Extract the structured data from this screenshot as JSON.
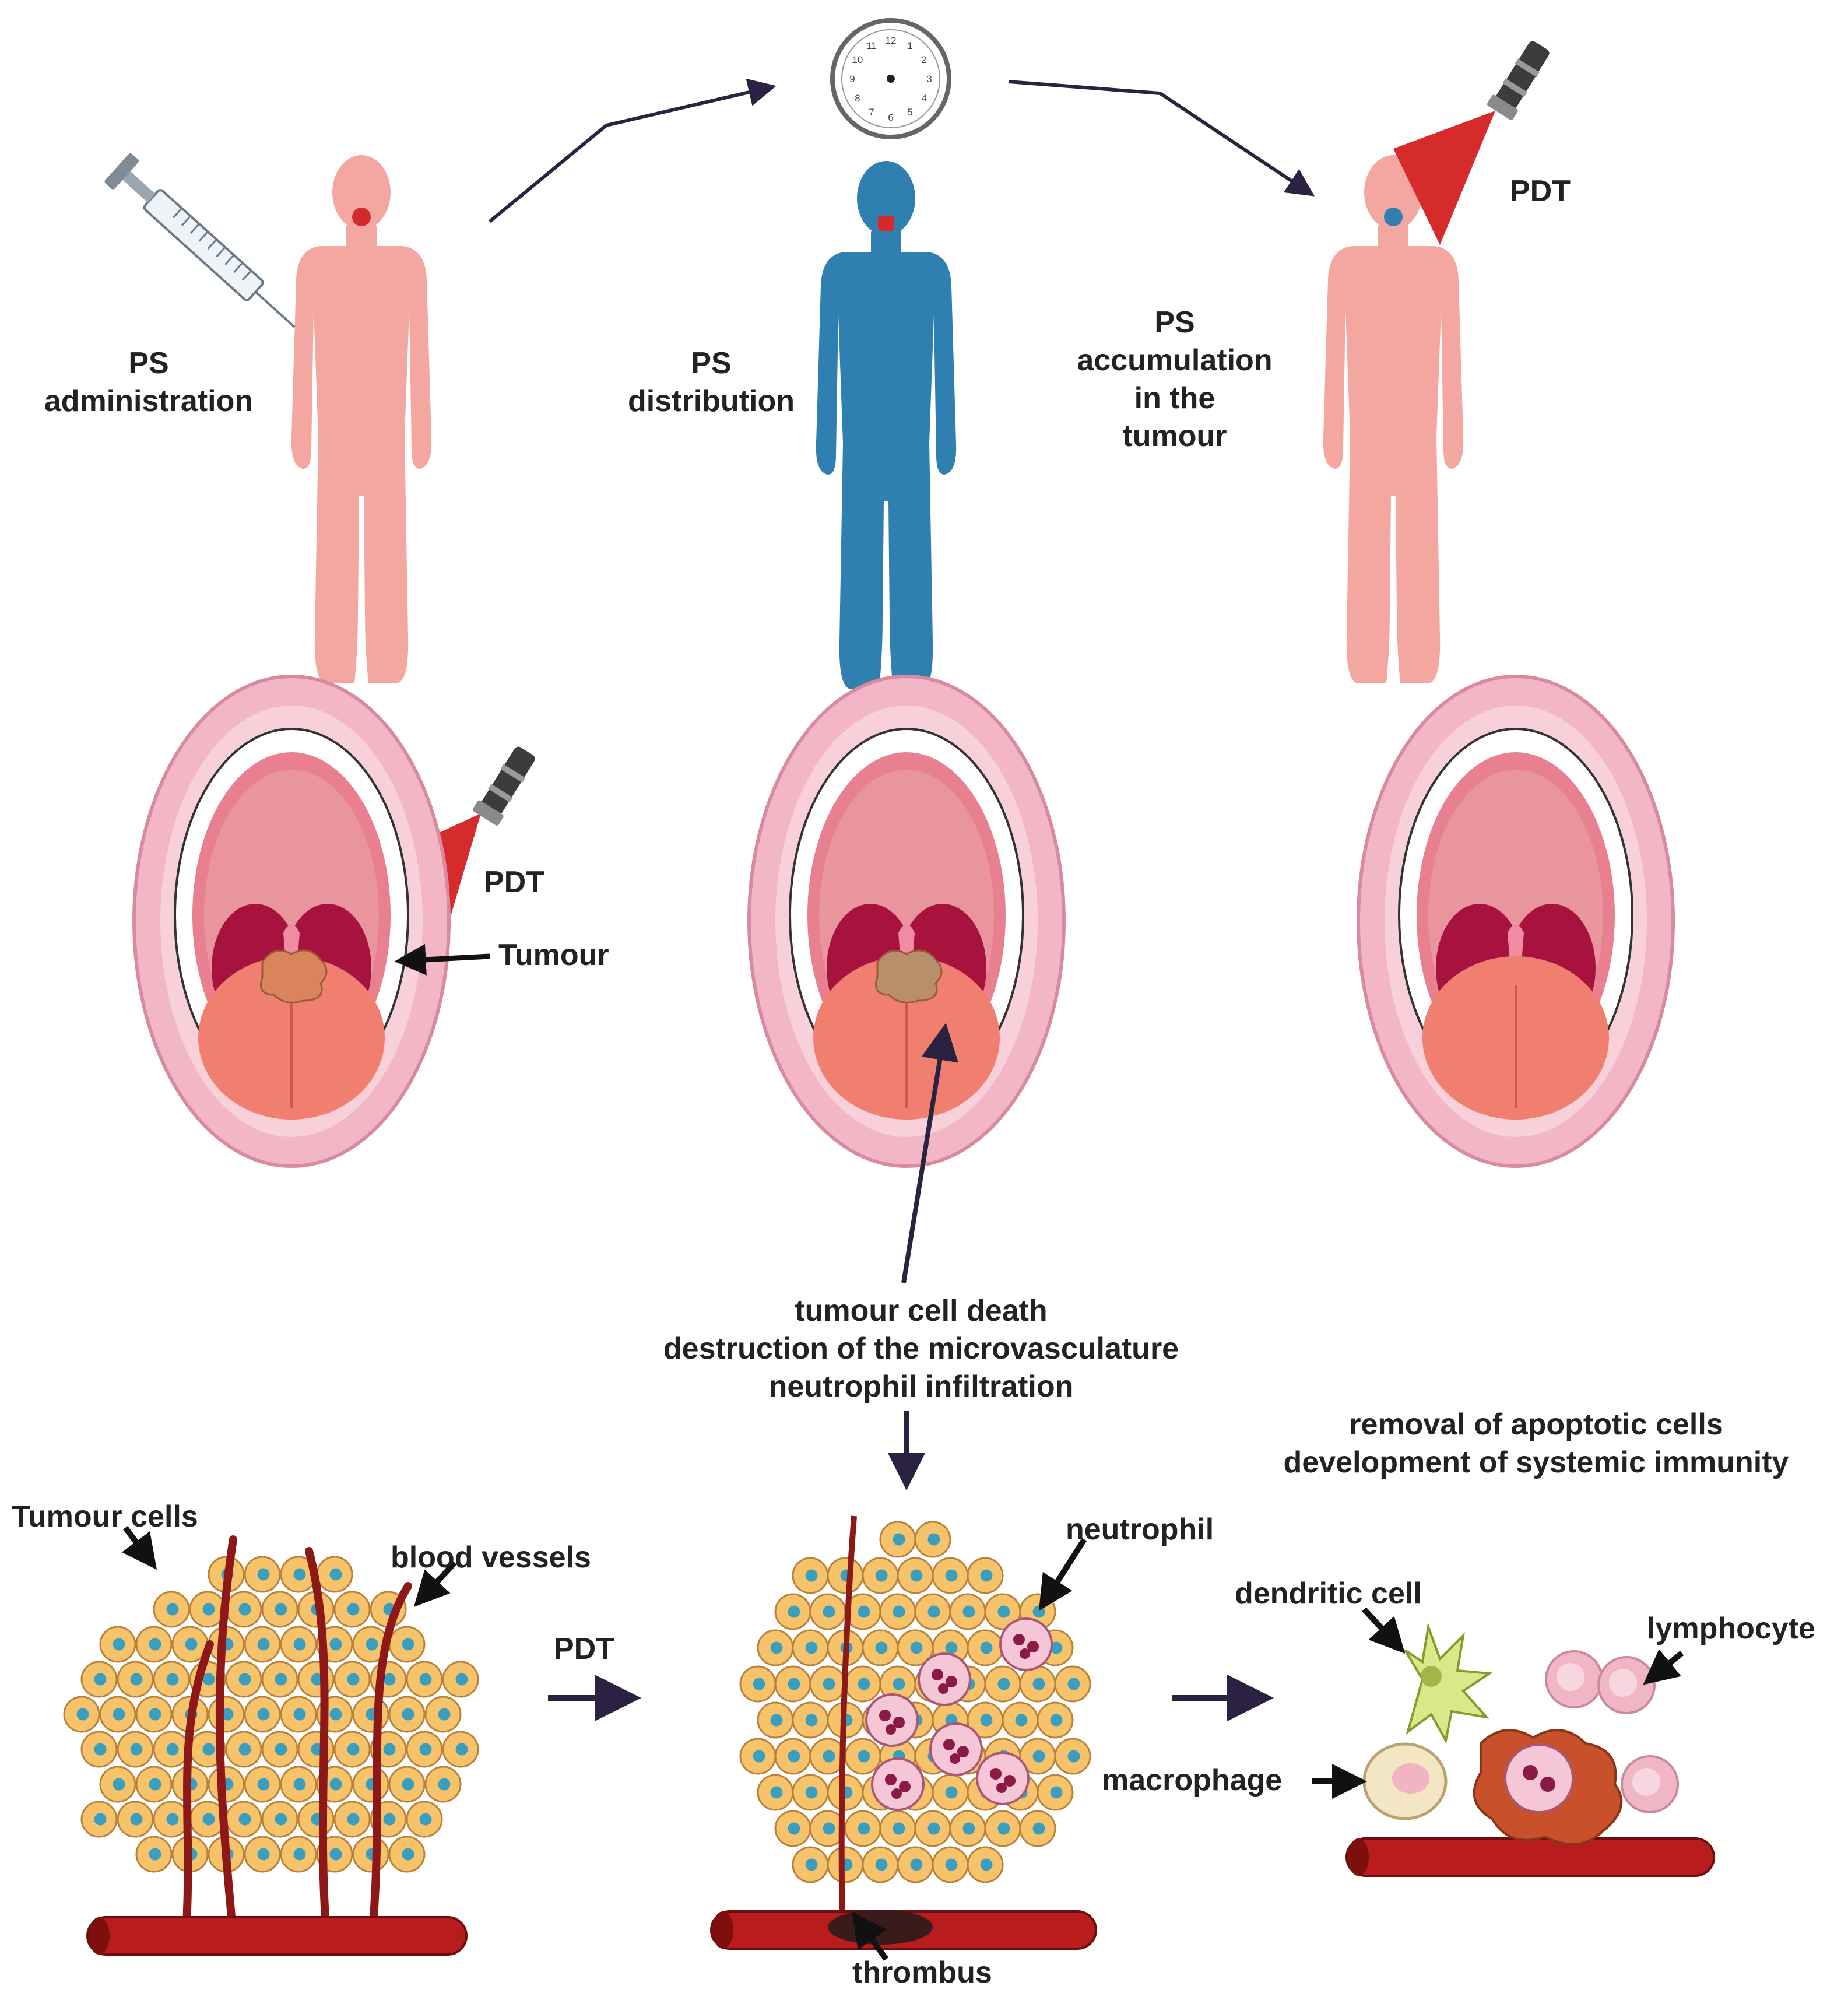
{
  "colors": {
    "skin": "#f4a7a1",
    "ps_blue": "#2f7fb0",
    "tumour_red": "#d42a2a",
    "light_red": "#d62b2b",
    "arrow_dark": "#2a2240",
    "lip": "#f2b6c6",
    "gum": "#e8808f",
    "throat": "#a8123e",
    "tongue": "#f07f70",
    "cell_fill": "#f6c36a",
    "nucleus": "#3a9fbf",
    "vessel": "#b81c1c",
    "neutrophil": "#f4c6d6",
    "neutrophil_nucleus": "#8c1a48",
    "dendritic": "#d8e88a",
    "macrophage": "#f2e6c4",
    "lymphocyte": "#f1b6c6",
    "apoptotic": "#c8502a"
  },
  "top_row": {
    "step1": {
      "line1": "PS",
      "line2": "administration"
    },
    "step2": {
      "line1": "PS",
      "line2": "distribution"
    },
    "step3": {
      "line1": "PS",
      "line2": "accumulation",
      "line3": "in the",
      "line4": "tumour"
    },
    "light_label": "PDT",
    "clock_numbers": [
      "12",
      "1",
      "2",
      "3",
      "4",
      "5",
      "6",
      "7",
      "8",
      "9",
      "10",
      "11"
    ]
  },
  "middle_row": {
    "pdt_label": "PDT",
    "tumour_label": "Tumour"
  },
  "effects": {
    "line1": "tumour cell death",
    "line2": "destruction of the microvasculature",
    "line3": "neutrophil infiltration"
  },
  "immunity": {
    "line1": "removal of apoptotic cells",
    "line2": "development of systemic immunity"
  },
  "bottom_row": {
    "tumour_cells": "Tumour cells",
    "blood_vessels": "blood vessels",
    "pdt_arrow_label": "PDT",
    "neutrophil": "neutrophil",
    "thrombus": "thrombus",
    "dendritic_cell": "dendritic cell",
    "lymphocyte": "lymphocyte",
    "macrophage": "macrophage"
  }
}
